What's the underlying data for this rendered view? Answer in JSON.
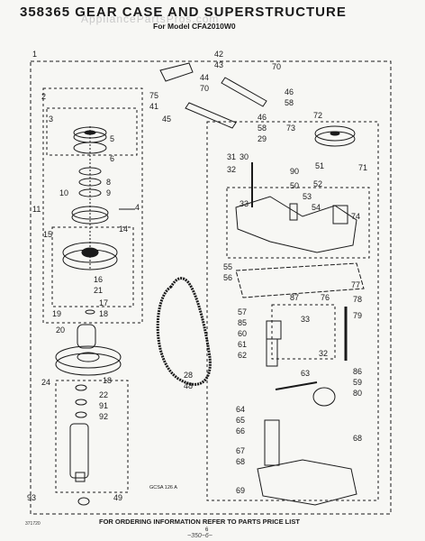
{
  "header": {
    "title": "358365 GEAR CASE AND SUPERSTRUCTURE",
    "subtitle": "For Model CFA2010W0",
    "watermark": "AppliancePartsPros.com"
  },
  "diagram_code": "GCSA 126 A",
  "footer": {
    "note": "FOR ORDERING INFORMATION REFER TO PARTS PRICE LIST",
    "ref_code": "371720",
    "page_number": "6",
    "handwritten": "~350~6~"
  },
  "callouts": [
    {
      "id": "c1",
      "label": "1"
    },
    {
      "id": "c2",
      "label": "2"
    },
    {
      "id": "c3",
      "label": "3"
    },
    {
      "id": "c5",
      "label": "5"
    },
    {
      "id": "c6",
      "label": "6"
    },
    {
      "id": "c8",
      "label": "8"
    },
    {
      "id": "c9",
      "label": "9"
    },
    {
      "id": "c10",
      "label": "10"
    },
    {
      "id": "c11",
      "label": "11"
    },
    {
      "id": "c4",
      "label": "4"
    },
    {
      "id": "c14",
      "label": "14"
    },
    {
      "id": "c15",
      "label": "15"
    },
    {
      "id": "c16",
      "label": "16"
    },
    {
      "id": "c21",
      "label": "21"
    },
    {
      "id": "c17",
      "label": "17"
    },
    {
      "id": "c18a",
      "label": "18"
    },
    {
      "id": "c19",
      "label": "19"
    },
    {
      "id": "c20",
      "label": "20"
    },
    {
      "id": "c18b",
      "label": "18"
    },
    {
      "id": "c24",
      "label": "24"
    },
    {
      "id": "c22",
      "label": "22"
    },
    {
      "id": "c91",
      "label": "91"
    },
    {
      "id": "c92",
      "label": "92"
    },
    {
      "id": "c93",
      "label": "93"
    },
    {
      "id": "c49",
      "label": "49"
    },
    {
      "id": "c28",
      "label": "28"
    },
    {
      "id": "c48",
      "label": "48"
    },
    {
      "id": "c42",
      "label": "42"
    },
    {
      "id": "c43",
      "label": "43"
    },
    {
      "id": "c70a",
      "label": "70"
    },
    {
      "id": "c44",
      "label": "44"
    },
    {
      "id": "c70b",
      "label": "70"
    },
    {
      "id": "c46a",
      "label": "46"
    },
    {
      "id": "c58a",
      "label": "58"
    },
    {
      "id": "c75",
      "label": "75"
    },
    {
      "id": "c41",
      "label": "41"
    },
    {
      "id": "c45",
      "label": "45"
    },
    {
      "id": "c46b",
      "label": "46"
    },
    {
      "id": "c58b",
      "label": "58"
    },
    {
      "id": "c29",
      "label": "29"
    },
    {
      "id": "c72",
      "label": "72"
    },
    {
      "id": "c73",
      "label": "73"
    },
    {
      "id": "c31",
      "label": "31"
    },
    {
      "id": "c30",
      "label": "30"
    },
    {
      "id": "c32",
      "label": "32"
    },
    {
      "id": "c90",
      "label": "90"
    },
    {
      "id": "c51",
      "label": "51"
    },
    {
      "id": "c71",
      "label": "71"
    },
    {
      "id": "c50",
      "label": "50"
    },
    {
      "id": "c52",
      "label": "52"
    },
    {
      "id": "c53",
      "label": "53"
    },
    {
      "id": "c33a",
      "label": "33"
    },
    {
      "id": "c54",
      "label": "54"
    },
    {
      "id": "c74",
      "label": "74"
    },
    {
      "id": "c55",
      "label": "55"
    },
    {
      "id": "c56",
      "label": "56"
    },
    {
      "id": "c77",
      "label": "77"
    },
    {
      "id": "c87",
      "label": "87"
    },
    {
      "id": "c76",
      "label": "76"
    },
    {
      "id": "c78",
      "label": "78"
    },
    {
      "id": "c57",
      "label": "57"
    },
    {
      "id": "c79",
      "label": "79"
    },
    {
      "id": "c85",
      "label": "85"
    },
    {
      "id": "c33b",
      "label": "33"
    },
    {
      "id": "c60",
      "label": "60"
    },
    {
      "id": "c61",
      "label": "61"
    },
    {
      "id": "c62",
      "label": "62"
    },
    {
      "id": "c32b",
      "label": "32"
    },
    {
      "id": "c63",
      "label": "63"
    },
    {
      "id": "c86",
      "label": "86"
    },
    {
      "id": "c59",
      "label": "59"
    },
    {
      "id": "c80",
      "label": "80"
    },
    {
      "id": "c64",
      "label": "64"
    },
    {
      "id": "c65",
      "label": "65"
    },
    {
      "id": "c66",
      "label": "66"
    },
    {
      "id": "c67",
      "label": "67"
    },
    {
      "id": "c68a",
      "label": "68"
    },
    {
      "id": "c68b",
      "label": "68"
    },
    {
      "id": "c69",
      "label": "69"
    }
  ]
}
